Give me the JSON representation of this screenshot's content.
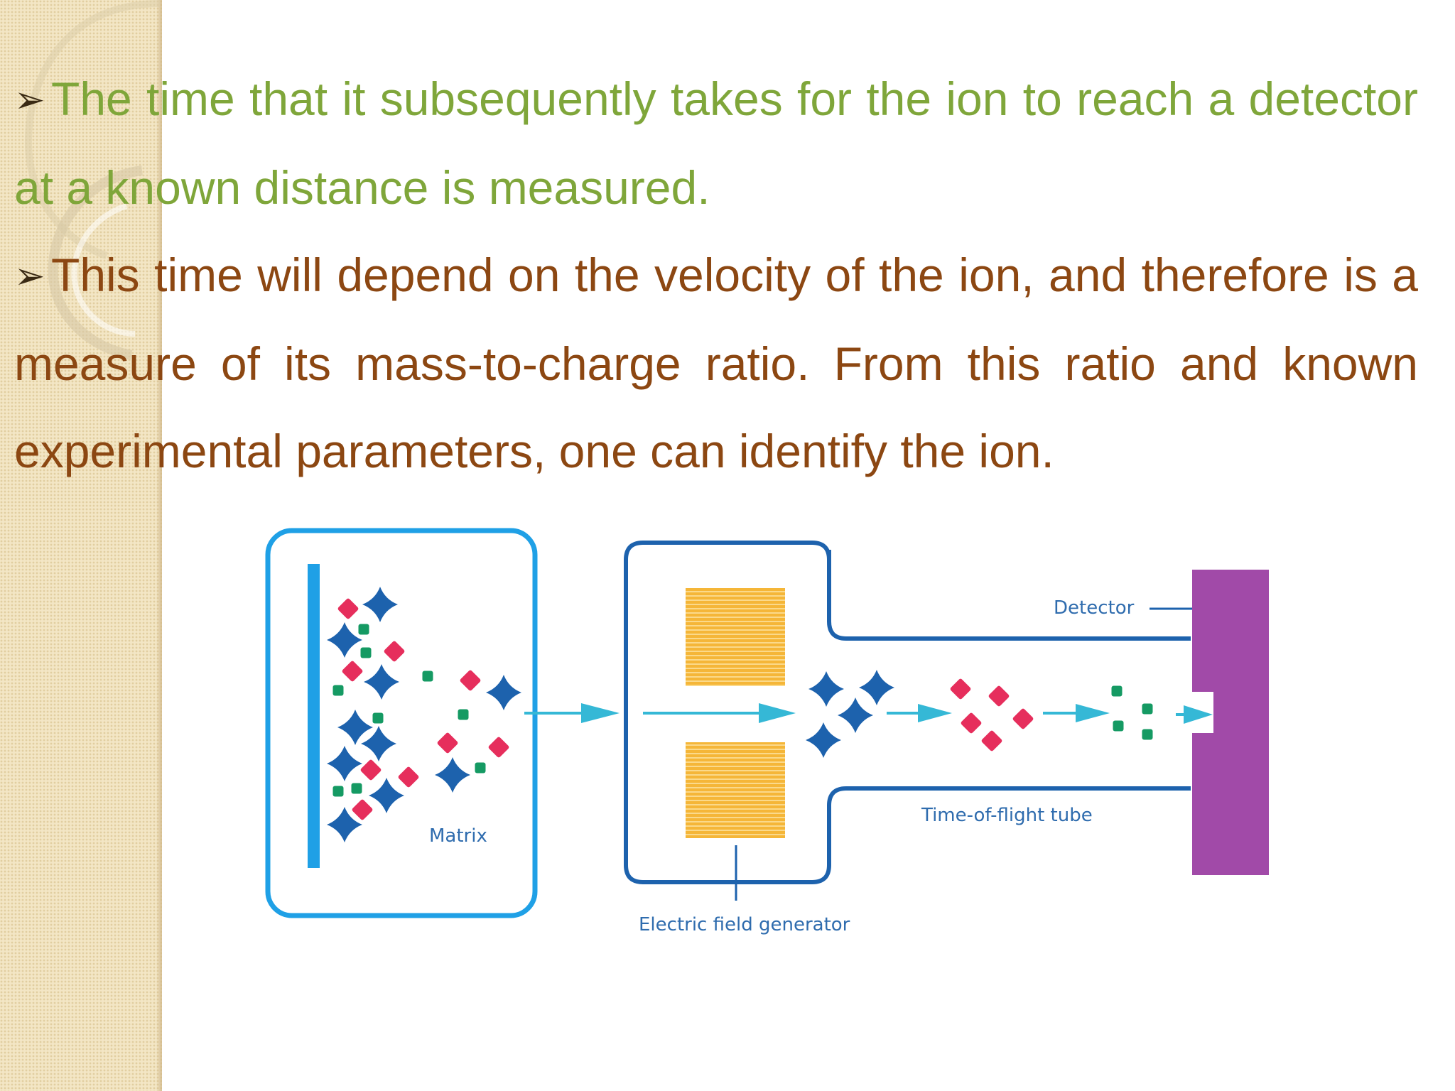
{
  "bullets": [
    {
      "marker": "➢",
      "text": "The time that it subsequently takes for the ion to reach a detector at a known distance is measured.",
      "color": "#7fa63a"
    },
    {
      "marker": "➢",
      "text": "This time will depend on the velocity of the ion, and therefore is a measure of its mass-to-charge ratio. From this ratio and known experimental parameters, one can identify the ion.",
      "color": "#8c4712"
    }
  ],
  "diagram": {
    "labels": {
      "matrix": "Matrix",
      "detector": "Detector",
      "tof_tube": "Time-of-flight tube",
      "field_generator": "Electric field generator"
    },
    "colors": {
      "sample_panel": "#1fa0e6",
      "instrument_outline": "#1d62ad",
      "diamond_ion": "#1d62ad",
      "red_ion": "#e62e5c",
      "green_ion": "#159a63",
      "arrow": "#35b8d6",
      "field_plate": "#f5b638",
      "detector": "#a14aa8",
      "label_text": "#2f6cae"
    }
  }
}
